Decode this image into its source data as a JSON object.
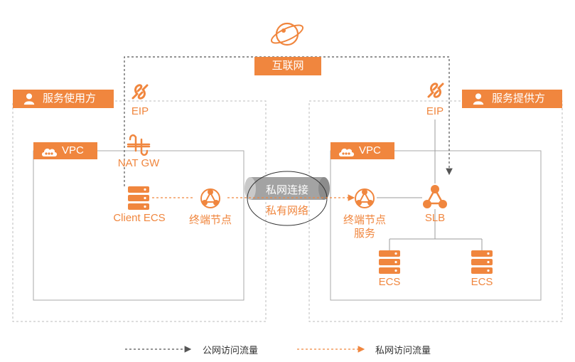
{
  "colors": {
    "accent": "#F0863E",
    "public_traffic_line": "#555555",
    "private_traffic_line": "#F0863E",
    "border": "#BBBBBB",
    "tunnel": "#9B9B9B"
  },
  "internet": {
    "label": "互联网",
    "icon": "planet-icon"
  },
  "consumer": {
    "role_label": "服务使用方",
    "eip_label": "EIP",
    "vpc_label": "VPC",
    "nat_label": "NAT GW",
    "ecs_label": "Client ECS",
    "endpoint_label": "终端节点"
  },
  "provider": {
    "role_label": "服务提供方",
    "eip_label": "EIP",
    "vpc_label": "VPC",
    "endpoint_service_label_line1": "终端节点",
    "endpoint_service_label_line2": "服务",
    "slb_label": "SLB",
    "ecs_labels": [
      "ECS",
      "ECS"
    ]
  },
  "connection": {
    "tunnel_label": "私网连接",
    "network_label": "私有网络"
  },
  "legend": {
    "public_label": "公网访问流量",
    "private_label": "私网访问流量"
  }
}
